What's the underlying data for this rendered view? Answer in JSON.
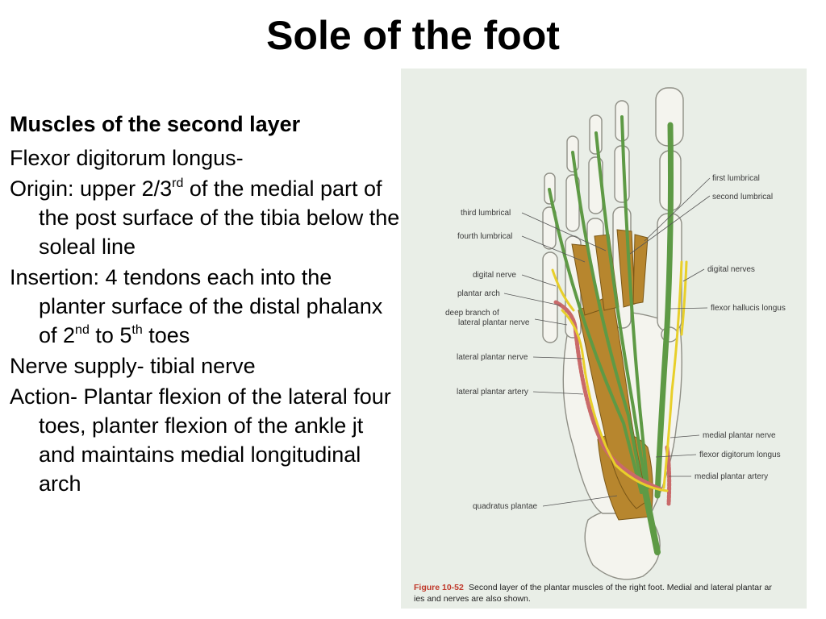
{
  "slide": {
    "title": "Sole of the foot"
  },
  "text": {
    "heading": "Muscles  of the second layer",
    "muscle": "Flexor digitorum longus-",
    "origin": {
      "pre": "Origin: upper 2/3",
      "sup": "rd",
      "post": " of the medial part of the post surface of the tibia below the soleal line"
    },
    "insertion": {
      "pre": "Insertion: 4 tendons each into the planter surface of the distal phalanx of 2",
      "sup1": "nd",
      "mid": " to 5",
      "sup2": "th",
      "post": " toes"
    },
    "nerve_supply": "Nerve supply- tibial nerve",
    "action": "Action- Plantar flexion of the lateral four toes, planter flexion of the ankle jt and maintains medial longitudinal arch"
  },
  "figure": {
    "labels": {
      "first_lumbrical": "first lumbrical",
      "second_lumbrical": "second lumbrical",
      "third_lumbrical": "third lumbrical",
      "fourth_lumbrical": "fourth lumbrical",
      "digital_nerves": "digital nerves",
      "digital_nerve": "digital nerve",
      "plantar_arch": "plantar arch",
      "flexor_hallucis_longus": "flexor hallucis longus",
      "deep_branch_1": "deep branch of",
      "deep_branch_2": "lateral plantar nerve",
      "lateral_plantar_nerve": "lateral plantar nerve",
      "lateral_plantar_artery": "lateral plantar artery",
      "medial_plantar_nerve": "medial plantar nerve",
      "flexor_digitorum_longus": "flexor digitorum longus",
      "medial_plantar_artery": "medial plantar artery",
      "quadratus_plantae": "quadratus plantae"
    },
    "caption": {
      "figure_number": "Figure 10-52",
      "line1": "Second layer of the plantar muscles of the right foot. Medial and lateral plantar ar",
      "line2": "ies and nerves are also shown."
    },
    "colors": {
      "background": "#e9eee7",
      "bone": "#f4f4ee",
      "bone_outline": "#8f8f86",
      "muscle": "#b7862e",
      "tendon": "#5e9a45",
      "nerve": "#e8cf2a",
      "artery": "#c96a6a"
    }
  }
}
